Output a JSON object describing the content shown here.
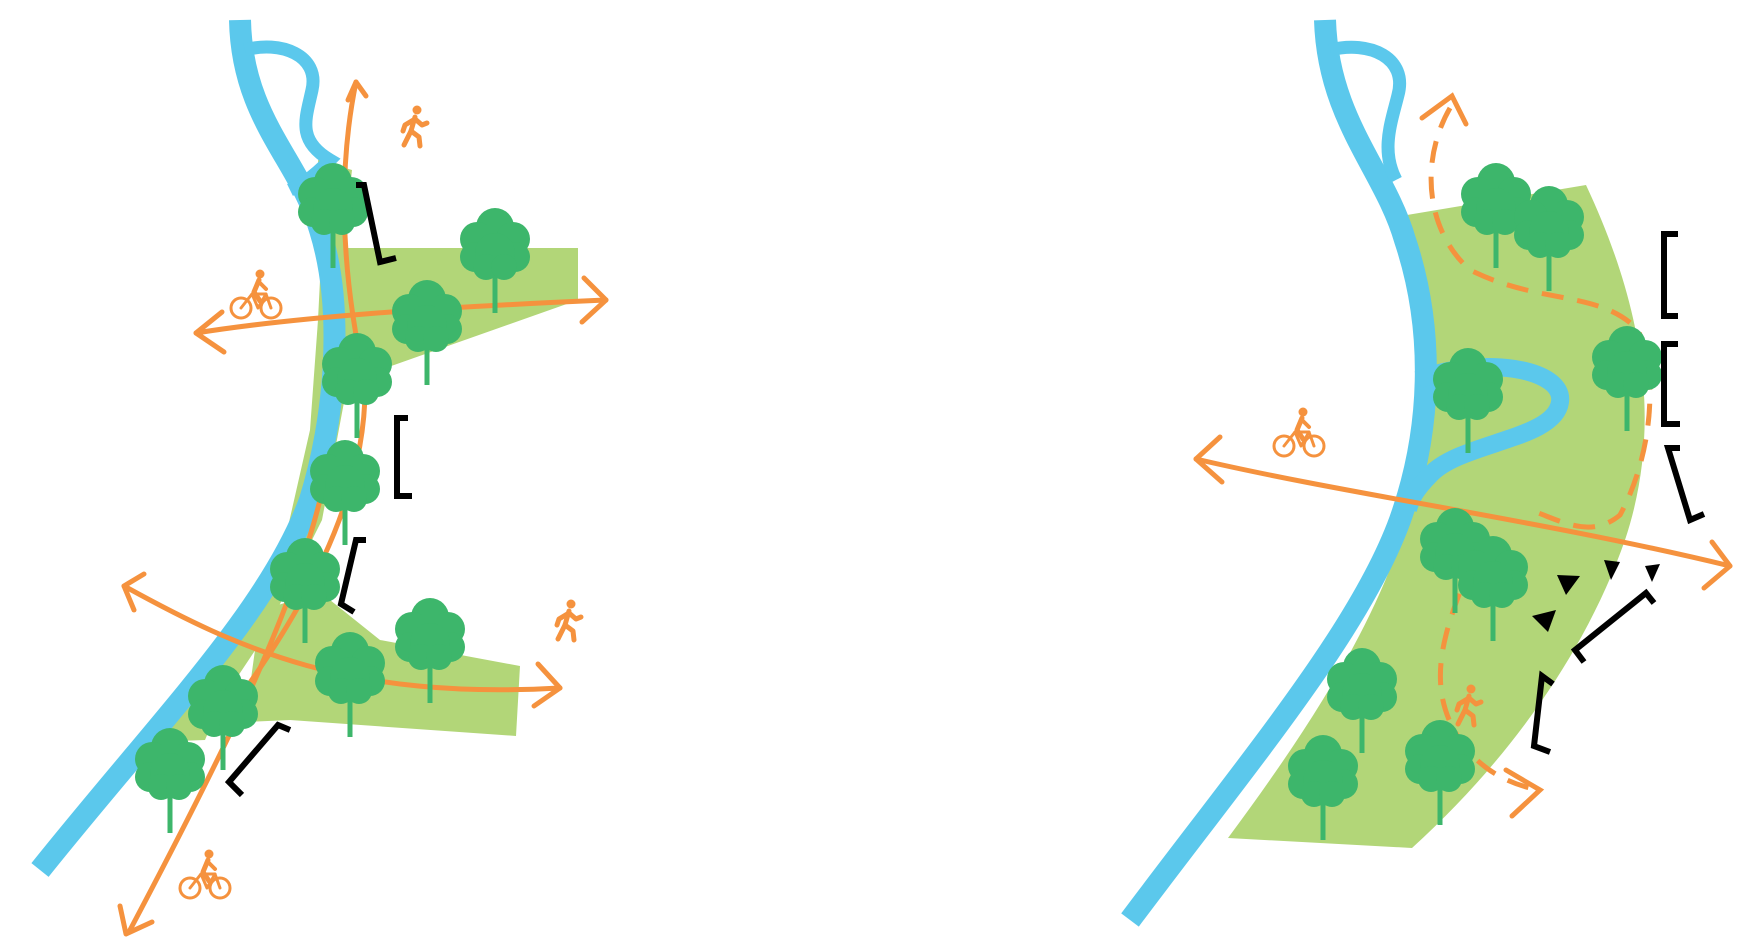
{
  "colors": {
    "river": "#5bc8ec",
    "green_space": "#b2d678",
    "tree_canopy": "#3db66b",
    "route": "#f5923e",
    "edge_mark": "#000000"
  },
  "icons": [
    "pedestrian-icon",
    "cyclist-icon",
    "tree-icon",
    "river",
    "green-space",
    "route-arrow",
    "bracket"
  ],
  "diagrams": [
    {
      "id": "existing",
      "routes": "solid",
      "green_space": "fragmented"
    },
    {
      "id": "proposed",
      "routes": "solid-and-dashed",
      "green_space": "continuous"
    }
  ]
}
